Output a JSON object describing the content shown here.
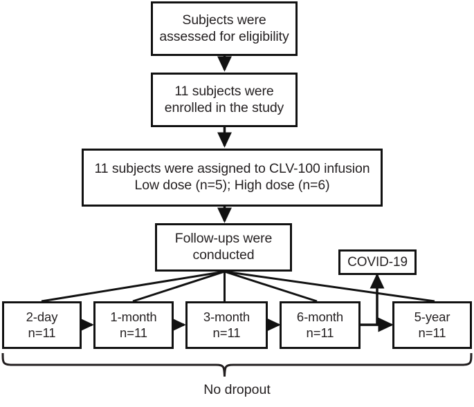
{
  "diagram": {
    "title": "CONSORT-style participant flow diagram",
    "line_color": "#111111",
    "text_color": "#231f20",
    "background": "#ffffff",
    "nodes": [
      {
        "id": "eligibility",
        "lines": [
          "Subjects were",
          "assessed for eligibility"
        ]
      },
      {
        "id": "enrolled",
        "lines": [
          "11 subjects were",
          "enrolled in the study"
        ]
      },
      {
        "id": "assigned",
        "lines": [
          "11 subjects were assigned to CLV-100 infusion",
          "Low dose (n=5); High dose (n=6)"
        ]
      },
      {
        "id": "followups",
        "lines": [
          "Follow-ups were",
          "conducted"
        ]
      },
      {
        "id": "covid",
        "lines": [
          "COVID-19"
        ]
      }
    ],
    "followup_boxes": [
      {
        "id": "day2",
        "label": "2-day",
        "count": "n=11"
      },
      {
        "id": "month1",
        "label": "1-month",
        "count": "n=11"
      },
      {
        "id": "month3",
        "label": "3-month",
        "count": "n=11"
      },
      {
        "id": "month6",
        "label": "6-month",
        "count": "n=11"
      },
      {
        "id": "year5",
        "label": "5-year",
        "count": "n=11"
      }
    ],
    "footer": {
      "label": "No dropout"
    }
  }
}
